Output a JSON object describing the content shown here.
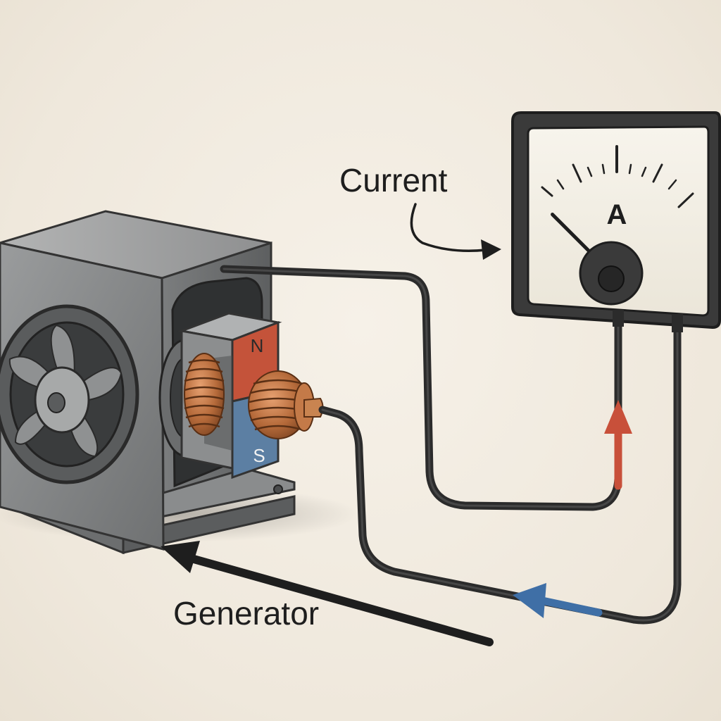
{
  "labels": {
    "current": "Current",
    "generator": "Generator",
    "meter_unit": "A",
    "north_pole": "N",
    "south_pole": "S"
  },
  "meter": {
    "needle_level": 0.05
  },
  "icons": {
    "fan": "fan-icon",
    "magnet": "magnet-icon",
    "coil": "coil-icon",
    "ammeter": "ammeter-icon"
  },
  "colors": {
    "north_pole": "#c4533a",
    "south_pole": "#5c7fa3",
    "copper": "#b56a3a",
    "wire": "#2b2b2b",
    "current_out_arrow": "#c8503a",
    "current_return_arrow": "#3f6fa6",
    "background": "#f1ebe0"
  }
}
